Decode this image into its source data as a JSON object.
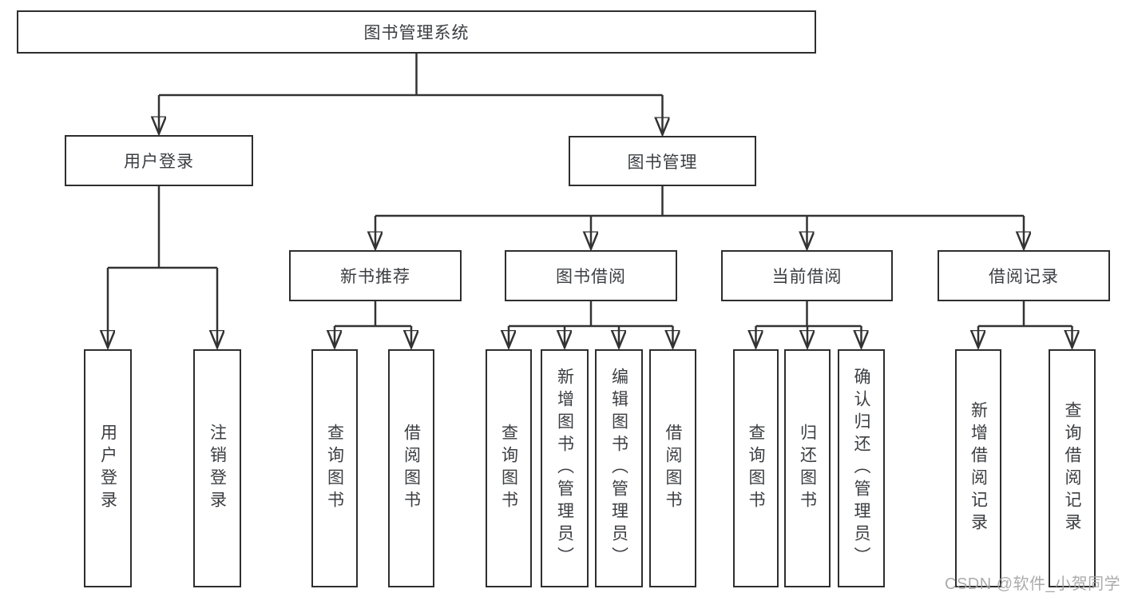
{
  "tree": {
    "root": {
      "label": "图书管理系统"
    },
    "user_login": {
      "label": "用户登录",
      "children": [
        "用户登录",
        "注销登录"
      ]
    },
    "book_mgmt": {
      "label": "图书管理"
    },
    "new_books": {
      "label": "新书推荐",
      "children": [
        "查询图书",
        "借阅图书"
      ]
    },
    "book_borrow": {
      "label": "图书借阅",
      "children": [
        "查询图书",
        "新增图书（管理员）",
        "编辑图书（管理员）",
        "借阅图书"
      ]
    },
    "current_borrow": {
      "label": "当前借阅",
      "children": [
        "查询图书",
        "归还图书",
        "确认归还（管理员）"
      ]
    },
    "borrow_records": {
      "label": "借阅记录",
      "children": [
        "新增借阅记录",
        "查询借阅记录"
      ]
    }
  },
  "watermark": "CSDN @软件_小贺同学",
  "colors": {
    "line": "#333333",
    "node_border": "#2e2e2e",
    "node_text": "#3b3e42",
    "watermark_text": "#a3a3a3",
    "background": "#ffffff"
  }
}
